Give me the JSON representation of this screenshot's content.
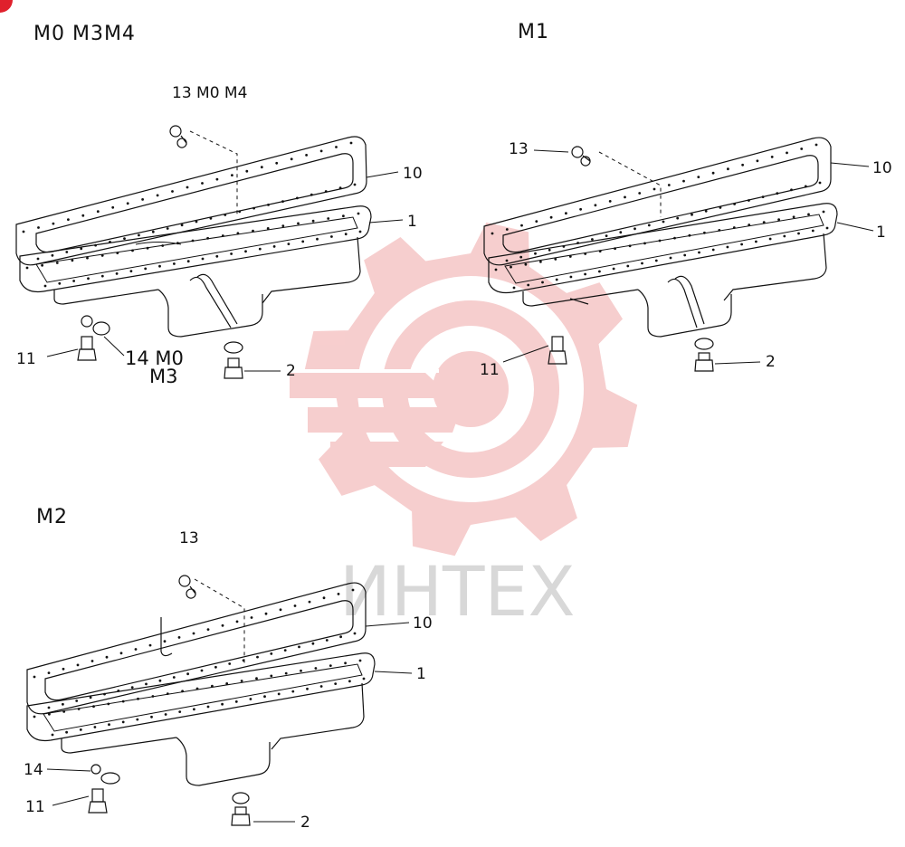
{
  "corner_marker": {
    "color": "#e0202c"
  },
  "watermark": {
    "text": "ИНТЕХ",
    "gear_color": "#f6c9c9",
    "text_color": "#d8d8d8"
  },
  "groups": [
    {
      "id": "m0m3m4",
      "title": "M0 M3M4",
      "callouts": {
        "c13": "13 M0 M4",
        "c10": "10",
        "c1": "1",
        "c11": "11",
        "c14a": "14 M0",
        "c14b": "M3",
        "c2": "2"
      }
    },
    {
      "id": "m1",
      "title": "M1",
      "callouts": {
        "c13": "13",
        "c10": "10",
        "c1": "1",
        "c11": "11",
        "c2": "2"
      }
    },
    {
      "id": "m2",
      "title": "M2",
      "callouts": {
        "c13": "13",
        "c10": "10",
        "c1": "1",
        "c14": "14",
        "c11": "11",
        "c2": "2"
      }
    }
  ]
}
